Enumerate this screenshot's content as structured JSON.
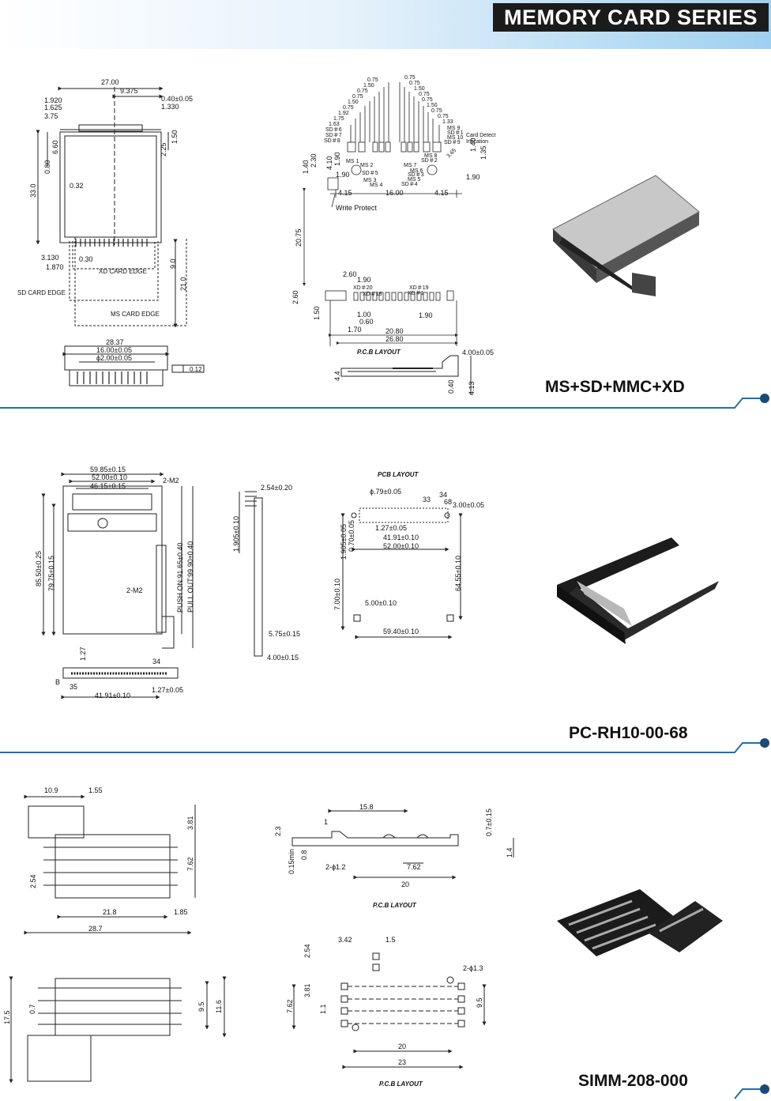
{
  "header": {
    "title": "MEMORY CARD SERIES"
  },
  "colors": {
    "header_gradient_end": "#9fd0f0",
    "divider": "#1e6fb0",
    "divider_dot": "#1a4a7a",
    "title_bg": "#1b1b1b"
  },
  "sections": [
    {
      "model": "MS+SD+MMC+XD",
      "icon": "memory-card-connector-photo",
      "dims": {
        "d27": "27.00",
        "d9375": "9.375",
        "d1920": "1.920",
        "d1625": "1.625",
        "d375": "3.75",
        "d040": "0.40±0.05",
        "d1330": "1.330",
        "d660": "6.60",
        "d032": "0.32",
        "d080": "0.80",
        "d330": "33.0",
        "d225": "2.25",
        "d150": "1.50",
        "d3130": "3.130",
        "d1870": "1.870",
        "d030": "0.30",
        "d90": "9.0",
        "d210": "21.0",
        "xd_edge": "XD CARD EDGE",
        "sd_edge": "SD CARD EDGE",
        "ms_edge": "MS CARD EDGE",
        "d2837": "28.37",
        "d1600": "16.00±0.05",
        "d200": "ϕ2.00±0.05",
        "d012": "0.12",
        "p075a": "0.75",
        "p150a": "1.50",
        "p075b": "0.75",
        "p075c": "0.75",
        "p150b": "1.50",
        "p075d": "0.75",
        "p192": "1.92",
        "p175": "1.75",
        "p163": "1.63",
        "sd6": "SD＃6",
        "sd7": "SD＃7",
        "sd8": "SD＃8",
        "q075a": "0.75",
        "q075b": "0.75",
        "q150a": "1.50",
        "q075c": "0.75",
        "q075d": "0.75",
        "q150b": "1.50",
        "q075e": "0.75",
        "q075f": "0.75",
        "q133": "1.33",
        "ms9": "MS 9",
        "sd1": "SD＃1",
        "ms10": "MS 10",
        "sd9": "SD＃9",
        "card_detect": "Card Detect",
        "intication": "Intication",
        "d230": "2.30",
        "d410": "4.10",
        "d190a": "1.90",
        "d140a": "1.40",
        "d190b": "1.90",
        "ms1": "MS 1",
        "ms2": "MS 2",
        "sd5": "SD＃5",
        "ms3": "MS 3",
        "ms4": "MS 4",
        "ms8": "MS 8",
        "sd2": "SD＃2",
        "ms7": "MS 7",
        "ms6": "MS 6",
        "sd3": "SD＃3",
        "ms5": "MS 5",
        "sd4": "SD＃4",
        "d365": "3.65",
        "d140b": "1.40",
        "d135": "1.35",
        "d190c": "1.90",
        "d415a": "4.15",
        "d1600b": "16.00",
        "d415b": "4.15",
        "write_protect": "Write Protect",
        "d2075": "20.75",
        "d260a": "2.60",
        "d190d": "1.90",
        "xd20": "XD＃20",
        "xd18": "XD＃18",
        "xd19": "XD＃19",
        "xd1": "XD＃1",
        "d260b": "2.60",
        "d150b": "1.50",
        "d100": "1.00",
        "d060": "0.60",
        "d170": "1.70",
        "d190e": "1.90",
        "d2080": "20.80",
        "d2680": "26.80",
        "pcb": "P.C.B LAYOUT",
        "d400": "4.00±0.05",
        "d44": "4.4",
        "d040b": "0.40",
        "d413": "4.13"
      }
    },
    {
      "model": "PC-RH10-00-68",
      "icon": "pc-card-connector-photo",
      "dims": {
        "d5985": "59.85±0.15",
        "d5200": "52.00±0.10",
        "d4615": "46.15±0.15",
        "m2a": "2-M2",
        "d8550": "85.50±0.25",
        "d7975": "79.75±0.15",
        "m2b": "2-M2",
        "push": "PUSH ON:91.65±0.40",
        "pull": "PULL OUT:99.90±0.40",
        "d127a": "1.27",
        "d34a": "34",
        "b": "B",
        "d35": "35",
        "d4191a": "41.91±0.10",
        "d127b": "1.27±0.05",
        "d254": "2.54±0.20",
        "d1905a": "1.905±0.10",
        "d575": "5.75±0.15",
        "d400": "4.00±0.15",
        "pcb": "PCB LAYOUT",
        "d079": "ϕ.79±0.05",
        "d33": "33",
        "d34b": "34",
        "d68": "68",
        "d300": "3.00±0.05",
        "d1905b": "1.905±0.05",
        "d070": "0.70±0.05",
        "d127c": "1.27±0.05",
        "d4191b": "41.91±0.10",
        "d5200b": "52.00±0.10",
        "d6455": "64.55±0.10",
        "d700": "7.00±0.10",
        "d500": "5.00±0.10",
        "d5940": "59.40±0.10"
      }
    },
    {
      "model": "SIMM-208-000",
      "icon": "sim-card-connector-photo",
      "dims": {
        "d109": "10.9",
        "d155": "1.55",
        "d381a": "3.81",
        "d762a": "7.62",
        "d254a": "2.54",
        "d218": "21.8",
        "d185": "1.85",
        "d287": "28.7",
        "d158": "15.8",
        "d07a": "0.7±0.15",
        "d23a": "2.3",
        "d1": "1",
        "d015": "0.15min",
        "d08": "0.8",
        "d14": "1.4",
        "d2phi12": "2-ϕ1.2",
        "d762b": "7.62",
        "d20a": "20",
        "pcb1": "P.C.B  LAYOUT",
        "d175": "17.5",
        "d07b": "0.7",
        "d95a": "9.5",
        "d116": "11.6",
        "d342": "3.42",
        "d15": "1.5",
        "d254b": "2.54",
        "d2phi13": "2-ϕ1.3",
        "d762c": "7.62",
        "d381b": "3.81",
        "d11": "1.1",
        "d95b": "9.5",
        "d20b": "20",
        "d23b": "23",
        "pcb2": "P.C.B  LAYOUT"
      }
    }
  ]
}
